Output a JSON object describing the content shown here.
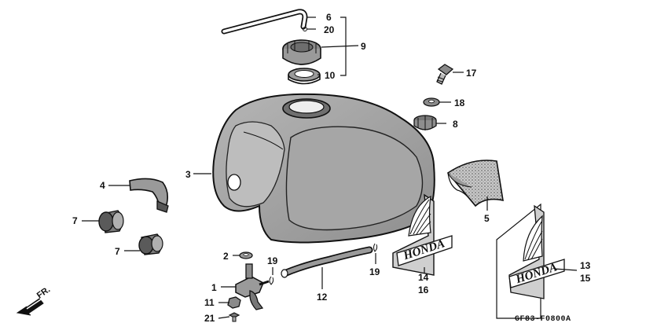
{
  "callouts": {
    "c1": "1",
    "c2": "2",
    "c3": "3",
    "c4": "4",
    "c5": "5",
    "c6": "6",
    "c7a": "7",
    "c7b": "7",
    "c8": "8",
    "c9": "9",
    "c10": "10",
    "c11": "11",
    "c12": "12",
    "c13": "13",
    "c14": "14",
    "c15": "15",
    "c16": "16",
    "c17": "17",
    "c18": "18",
    "c19a": "19",
    "c19b": "19",
    "c20": "20",
    "c21": "21"
  },
  "emblem_text": "HONDA",
  "direction_label": "FR.",
  "figure_code": "GF83-F0800A",
  "colors": {
    "ink": "#111111",
    "shade": "#8a8a8a",
    "paper": "#ffffff"
  }
}
